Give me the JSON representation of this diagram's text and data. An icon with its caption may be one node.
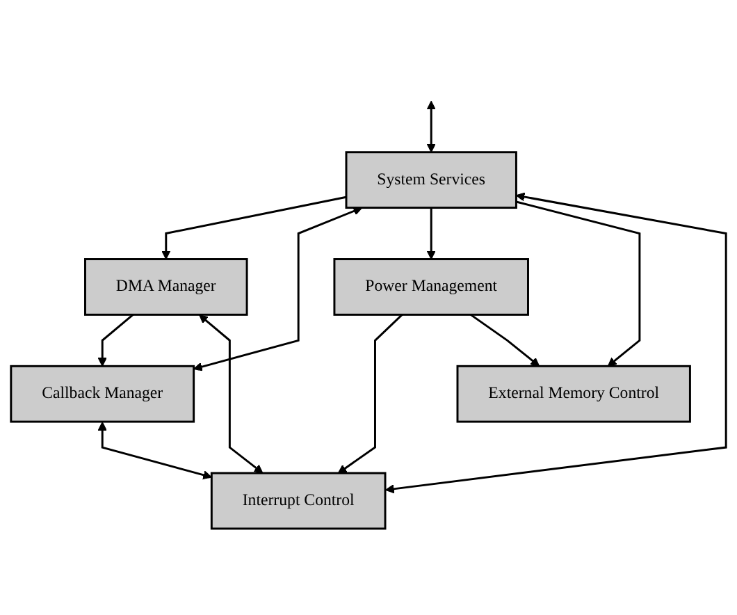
{
  "diagram": {
    "nodes": [
      {
        "text": [
          "System Services"
        ]
      },
      {
        "text": [
          "DMA Manager"
        ]
      },
      {
        "text": [
          "Callback Manager"
        ]
      },
      {
        "text": [
          "Interrupt Control"
        ]
      },
      {
        "text": [
          "Power Management"
        ]
      },
      {
        "text": [
          "External Memory Control"
        ]
      }
    ],
    "edges": [
      {
        "from": null,
        "to": 0,
        "arrow": "both"
      },
      {
        "from": 0,
        "to": 1,
        "arrow": "to"
      },
      {
        "from": 0,
        "to": 2,
        "arrow": "both"
      },
      {
        "from": 1,
        "to": 2,
        "arrow": "to"
      },
      {
        "from": 1,
        "to": 3,
        "arrow": "both"
      },
      {
        "from": 2,
        "to": 3,
        "arrow": "both"
      },
      {
        "from": 3,
        "to": 0,
        "arrow": "both"
      },
      {
        "from": 0,
        "to": 4,
        "arrow": "to"
      },
      {
        "from": 4,
        "to": 3,
        "arrow": "to"
      },
      {
        "from": 4,
        "to": 5,
        "arrow": "to"
      },
      {
        "from": 0,
        "to": 5,
        "arrow": "to"
      }
    ]
  }
}
